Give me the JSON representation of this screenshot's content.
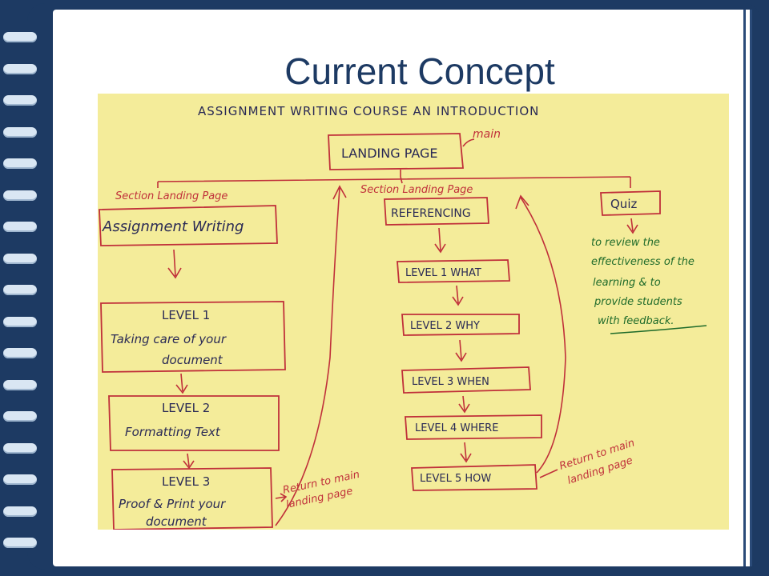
{
  "slide": {
    "title": "Current Concept"
  },
  "diagram": {
    "heading": "ASSIGNMENT WRITING COURSE AN INTRODUCTION",
    "landing_page": "LANDING PAGE",
    "main_note": "main",
    "section_label_left": "Section Landing Page",
    "section_label_middle": "Section Landing Page",
    "assignment_writing": "Assignment Writing",
    "referencing": "REFERENCING",
    "quiz": "Quiz",
    "quiz_note": [
      "to review the",
      "effectiveness of the",
      "learning & to",
      "provide students",
      "with feedback."
    ],
    "aw_levels": [
      {
        "title": "LEVEL 1",
        "desc1": "Taking care of your",
        "desc2": "document"
      },
      {
        "title": "LEVEL 2",
        "desc1": "Formatting Text",
        "desc2": ""
      },
      {
        "title": "LEVEL 3",
        "desc1": "Proof & Print your",
        "desc2": "document"
      }
    ],
    "ref_levels": [
      "LEVEL 1 WHAT",
      "LEVEL 2 WHY",
      "LEVEL 3 WHEN",
      "LEVEL 4 WHERE",
      "LEVEL 5 HOW"
    ],
    "return_left": [
      "Return to main",
      "landing page"
    ],
    "return_right": [
      "Return to main",
      "landing page"
    ]
  },
  "colors": {
    "frame": "#1d3a63",
    "paper": "#f4ec9a",
    "red_ink": "#c0303a",
    "green_ink": "#1f6b2a"
  }
}
